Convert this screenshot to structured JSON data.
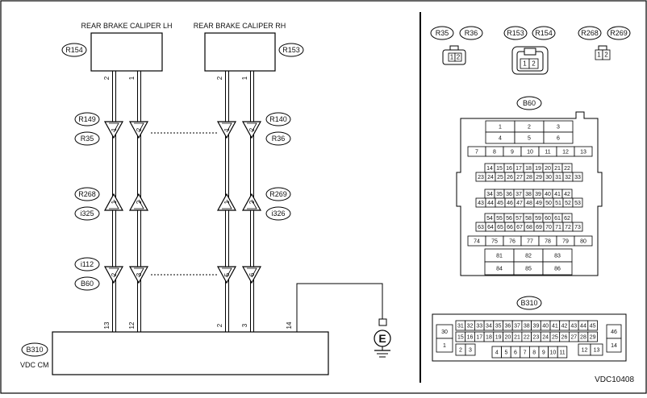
{
  "diagram_id": "VDC10408",
  "components": {
    "caliper_lh": {
      "title": "REAR BRAKE CALIPER LH",
      "connector": "R154"
    },
    "caliper_rh": {
      "title": "REAR BRAKE CALIPER RH",
      "connector": "R153"
    },
    "vdc_cm": {
      "title": "VDC CM",
      "connector": "B310"
    }
  },
  "wire_pins": {
    "caliper_lh": [
      "2",
      "1"
    ],
    "caliper_rh": [
      "2",
      "1"
    ],
    "vdc": [
      "13",
      "12",
      "2",
      "3",
      "14"
    ]
  },
  "left_row1": [
    "R149",
    "R35"
  ],
  "right_row1": [
    "R140",
    "R36"
  ],
  "left_row2": [
    "R268",
    "i325"
  ],
  "right_row2": [
    "R269",
    "i326"
  ],
  "left_row3": [
    "i112",
    "B60"
  ],
  "ground_label": "E",
  "row1_pins": [
    "1",
    "2",
    "1",
    "2"
  ],
  "row2_pins": [
    "1",
    "2",
    "1",
    "2"
  ],
  "row3_pins": [
    "2",
    "3",
    "5",
    "6"
  ],
  "legend": {
    "top_groups": [
      {
        "names": [
          "R35",
          "R36"
        ],
        "pins": [
          "1",
          "2"
        ]
      },
      {
        "names": [
          "R153",
          "R154"
        ],
        "pins": [
          "1",
          "2"
        ]
      },
      {
        "names": [
          "R268",
          "R269"
        ],
        "pins": [
          "1",
          "2"
        ]
      }
    ],
    "b60": {
      "title": "B60",
      "row1": [
        "1",
        "2",
        "3"
      ],
      "row2": [
        "4",
        "5",
        "6"
      ],
      "row3": [
        "7",
        "8",
        "9",
        "10",
        "11",
        "12",
        "13"
      ],
      "row4": [
        "14",
        "15",
        "16",
        "17",
        "18",
        "19",
        "20",
        "21",
        "22"
      ],
      "row5": [
        "23",
        "24",
        "25",
        "26",
        "27",
        "28",
        "29",
        "30",
        "31",
        "32",
        "33"
      ],
      "row6": [
        "34",
        "35",
        "36",
        "37",
        "38",
        "39",
        "40",
        "41",
        "42"
      ],
      "row7": [
        "43",
        "44",
        "45",
        "46",
        "47",
        "48",
        "49",
        "50",
        "51",
        "52",
        "53"
      ],
      "row8": [
        "54",
        "55",
        "56",
        "57",
        "58",
        "59",
        "60",
        "61",
        "62"
      ],
      "row9": [
        "63",
        "64",
        "65",
        "66",
        "67",
        "68",
        "69",
        "70",
        "71",
        "72",
        "73"
      ],
      "row10": [
        "74",
        "75",
        "76",
        "77",
        "78",
        "79",
        "80"
      ],
      "row11": [
        "81",
        "82",
        "83"
      ],
      "row12": [
        "84",
        "85",
        "86"
      ]
    },
    "b310": {
      "title": "B310",
      "left_top": "30",
      "left_bottom": "1",
      "row1": [
        "31",
        "32",
        "33",
        "34",
        "35",
        "36",
        "37",
        "38",
        "39",
        "40",
        "41",
        "42",
        "43",
        "44",
        "45"
      ],
      "row2": [
        "15",
        "16",
        "17",
        "18",
        "19",
        "20",
        "21",
        "22",
        "23",
        "24",
        "25",
        "26",
        "27",
        "28",
        "29"
      ],
      "row3a": [
        "2",
        "3"
      ],
      "row3b": [
        "4",
        "5",
        "6",
        "7",
        "8",
        "9",
        "10",
        "11"
      ],
      "row3c": [
        "12",
        "13"
      ],
      "right_top": "46",
      "right_bottom": "14"
    }
  }
}
